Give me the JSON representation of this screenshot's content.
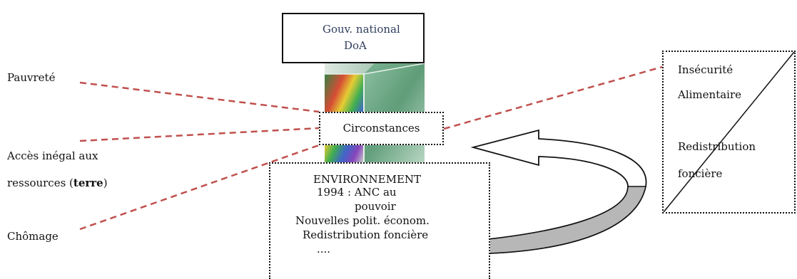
{
  "left_factors": {
    "pauvrete": "Pauvreté",
    "acces_line1": "Accès inégal aux",
    "acces_line2_prefix": "ressources (",
    "acces_line2_bold": "terre",
    "acces_line2_suffix": ")",
    "chomage": "Chômage"
  },
  "top_box": {
    "line1": "Gouv. national",
    "line2": "DoA"
  },
  "center_box": {
    "label": "Circonstances"
  },
  "environment_box": {
    "title": "ENVIRONNEMENT",
    "line1": "1994 : ANC  au",
    "line2": "pouvoir",
    "line3": "Nouvelles polit. économ.",
    "line4": "Redistribution foncière",
    "line5": "...."
  },
  "right_box": {
    "line1": "Insécurité",
    "line2": "Alimentaire",
    "line3": "Redistribution",
    "line4": "foncière"
  },
  "colors": {
    "connector": "#c0504d",
    "box_border": "#111111",
    "arrow_fill": "#b7b7b7",
    "top_box_text": "#2f3e5c"
  },
  "icons": {
    "prism": "prism-image",
    "feedback_arrow": "curved-arrow"
  }
}
